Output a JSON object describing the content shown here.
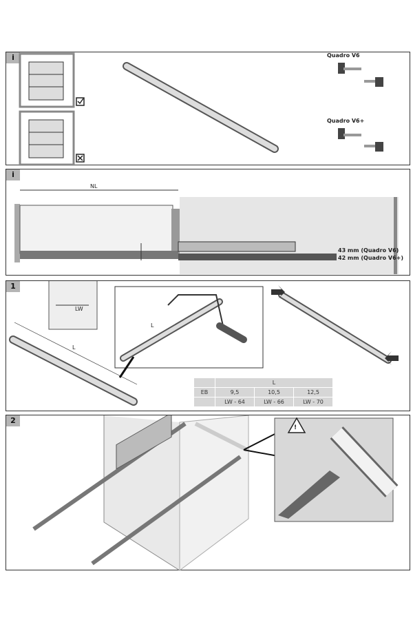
{
  "panels": [
    {
      "step": "i",
      "labels": {
        "v6": "Quadro V6",
        "v6plus": "Quadro V6+"
      }
    },
    {
      "step": "i",
      "labels": {
        "nl": "NL",
        "h43": "43 mm (Quadro V6)",
        "h42": "42 mm (Quadro V6+)"
      }
    },
    {
      "step": "1",
      "labels": {
        "lw": "LW",
        "l1": "L",
        "l2": "L"
      },
      "table": {
        "header": "L",
        "row_label": "EB",
        "eb": [
          "9,5",
          "10,5",
          "12,5"
        ],
        "l": [
          "LW - 64",
          "LW - 66",
          "LW - 70"
        ]
      }
    },
    {
      "step": "2",
      "labels": {
        "warning": "!"
      }
    }
  ]
}
